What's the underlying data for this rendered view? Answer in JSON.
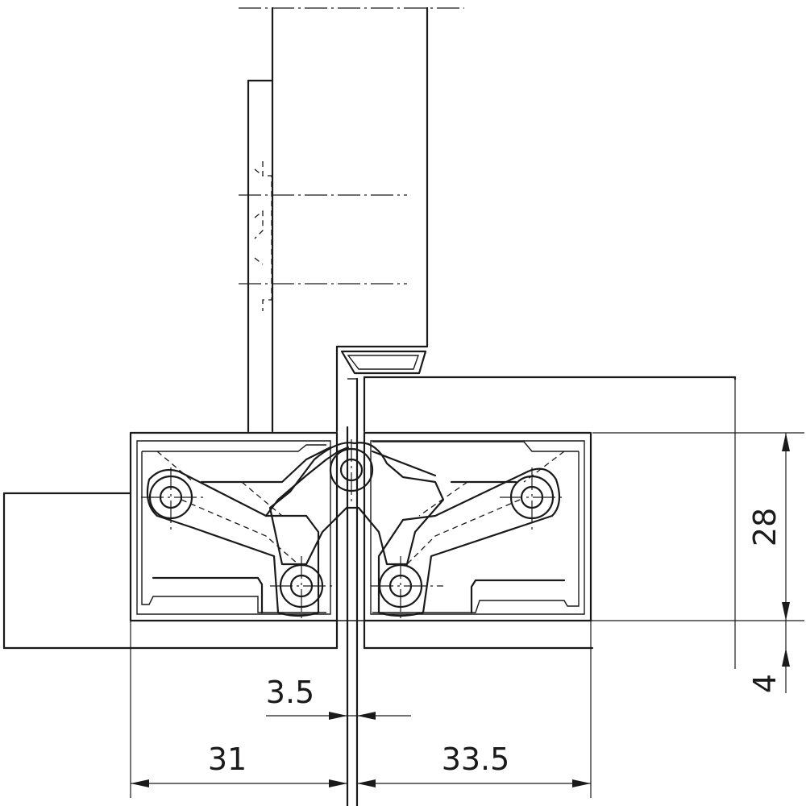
{
  "dimensions": {
    "gap": "3.5",
    "left_width": "31",
    "right_width": "33.5",
    "height": "28",
    "offset": "4"
  }
}
